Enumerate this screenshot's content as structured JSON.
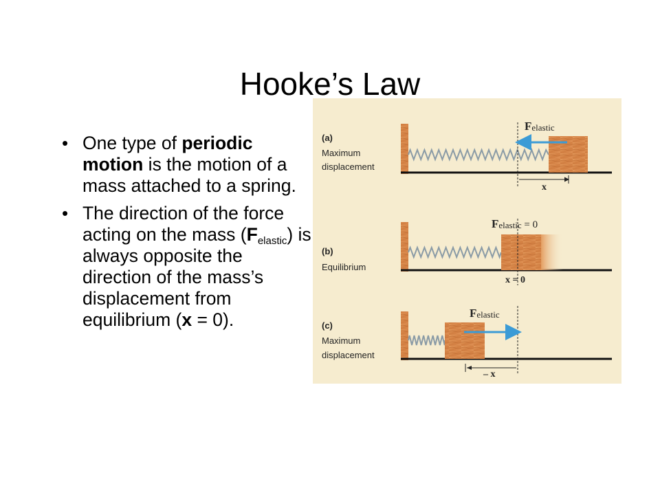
{
  "slide": {
    "title": "Hooke’s Law"
  },
  "bullets": [
    {
      "t1": "One type of ",
      "b1": "periodic motion",
      "t2": " is the motion of a mass attached to a spring."
    },
    {
      "t1": "The direction of the force acting on the mass (",
      "b1": "F",
      "sub": "elastic",
      "t2": ") is always opposite the direction of the mass’s displacement from equilibrium (",
      "b2": "x",
      "t3": " = 0)."
    }
  ],
  "figure": {
    "panels": [
      {
        "letter": "(a)",
        "name_line1": "Maximum",
        "name_line2": "displacement",
        "force_label": "F",
        "force_sub": "elastic",
        "x_label": "x"
      },
      {
        "letter": "(b)",
        "name_line1": "Equilibrium",
        "force_label": "F",
        "force_sub": "elastic",
        "force_eq": " = 0",
        "x_label": "x = 0"
      },
      {
        "letter": "(c)",
        "name_line1": "Maximum",
        "name_line2": "displacement",
        "force_label": "F",
        "force_sub": "elastic",
        "x_label": "– x"
      }
    ],
    "colors": {
      "background": "#f6eccf",
      "wood": "#d98a4e",
      "arrow": "#3b9bd6",
      "spring": "#8a9ba6"
    }
  }
}
